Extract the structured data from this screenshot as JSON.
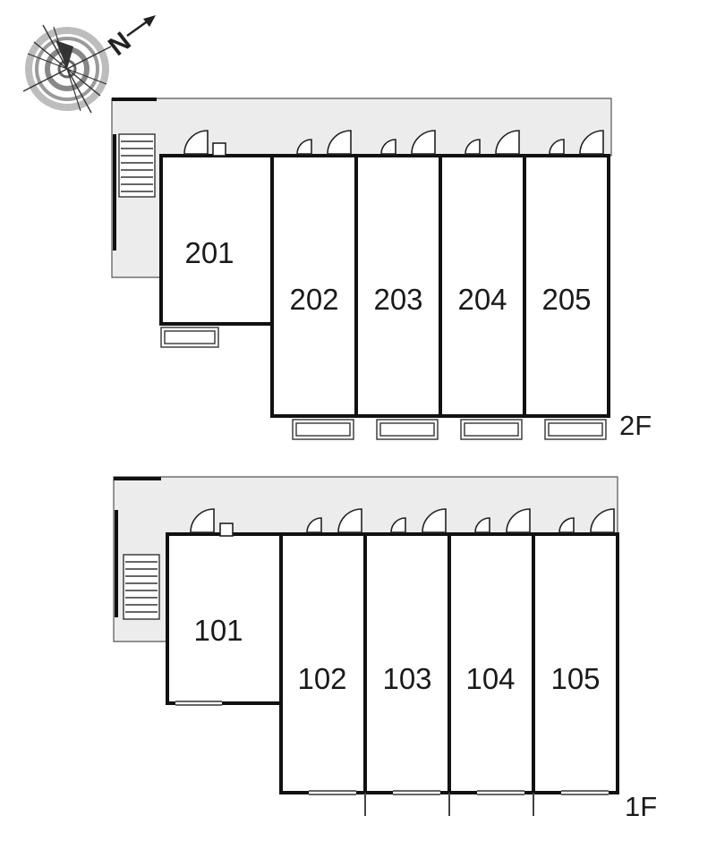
{
  "compass": {
    "north_label": "N"
  },
  "floors": [
    {
      "label": "2F",
      "rooms": [
        "201",
        "202",
        "203",
        "204",
        "205"
      ]
    },
    {
      "label": "1F",
      "rooms": [
        "101",
        "102",
        "103",
        "104",
        "105"
      ]
    }
  ]
}
